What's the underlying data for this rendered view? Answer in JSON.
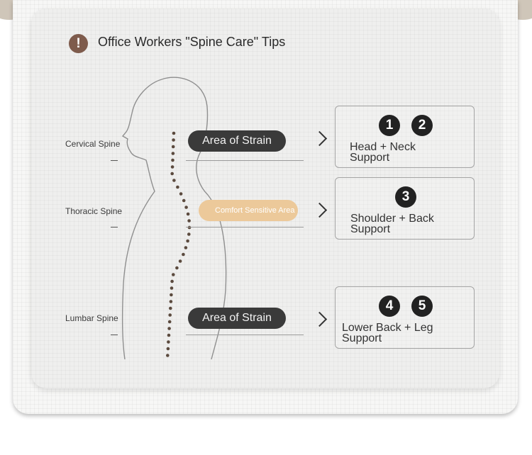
{
  "header": {
    "title": "Office Workers \"Spine Care\" Tips",
    "icon": "exclamation-icon",
    "icon_glyph": "!"
  },
  "spine_labels": {
    "cervical": "Cervical Spine",
    "thoracic": "Thoracic Spine",
    "lumbar": "Lumbar Spine"
  },
  "pills": {
    "strain_top": "Area of Strain",
    "comfort": "Comfort Sensitive Area",
    "strain_bottom": "Area of Strain"
  },
  "tips": [
    {
      "numbers": [
        "1",
        "2"
      ],
      "line1": "Head + Neck",
      "line2": "Support"
    },
    {
      "numbers": [
        "3"
      ],
      "line1": "Shoulder + Back",
      "line2": "Support"
    },
    {
      "numbers": [
        "4",
        "5"
      ],
      "line1": "Lower Back + Leg",
      "line2": "Support"
    }
  ],
  "colors": {
    "icon": "#7e5b4c",
    "pill_dark": "#3a3a3a",
    "pill_soft": "#ecc99a",
    "spine_dots": "#5b4a3e",
    "badge": "#222222"
  }
}
